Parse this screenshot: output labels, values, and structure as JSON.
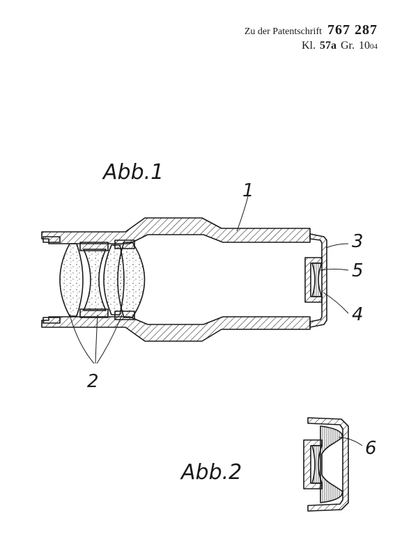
{
  "header": {
    "prefix": "Zu der Patentschrift",
    "patent_number": "767 287",
    "kl_label": "Kl.",
    "kl_value": "57a",
    "gr_label": "Gr.",
    "gr_value": "10",
    "gr_sub": "04"
  },
  "figures": {
    "fig1_label": "Abb.1",
    "fig2_label": "Abb.2"
  },
  "reference_numerals": {
    "n1": "1",
    "n2": "2",
    "n3": "3",
    "n4": "4",
    "n5": "5",
    "n6": "6"
  }
}
